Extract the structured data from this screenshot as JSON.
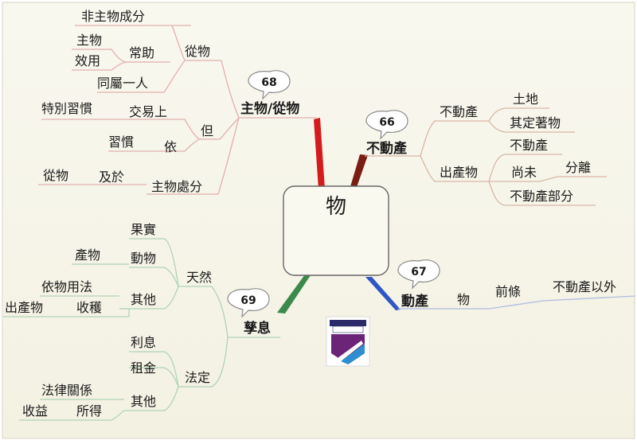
{
  "center": "物",
  "branch_68": {
    "number": "68",
    "title": "主物/從物",
    "cong_wu": "從物",
    "fei_zhu_wu": "非主物成分",
    "chang_zhu": "常助",
    "zhu_wu": "主物",
    "xiao_yong": "效用",
    "tong_shu": "同屬一人",
    "dan": "但",
    "jiao_yi_shang": "交易上",
    "te_bie": "特別習慣",
    "yi": "依",
    "xi_guan": "習慣",
    "zhu_wu_chu_fen": "主物處分",
    "ji_yu": "及於",
    "cong_wu_2": "從物"
  },
  "branch_66": {
    "number": "66",
    "title": "不動產",
    "bu_dong_chan": "不動產",
    "tu_di": "土地",
    "qi_ding_zhu_wu": "其定著物",
    "chu_chan_wu": "出產物",
    "bu_dong_chan_2": "不動產",
    "shang_wei": "尚未",
    "fen_li": "分離",
    "bu_dong_chan_bu_fen": "不動產部分"
  },
  "branch_67": {
    "number": "67",
    "title": "動產",
    "wu": "物",
    "qian_tiao": "前條",
    "bu_dong_chan_yi_wai": "不動產以外"
  },
  "branch_69": {
    "number": "69",
    "title": "孳息",
    "tian_ran": "天然",
    "guo_shi": "果實",
    "dong_wu": "動物",
    "chan_wu": "產物",
    "qi_ta": "其他",
    "yi_wu_yong_fa": "依物用法",
    "shou_huo": "收穫",
    "chu_chan_wu": "出產物",
    "fa_ding": "法定",
    "li_xi": "利息",
    "zu_jin": "租金",
    "qi_ta_2": "其他",
    "fa_lu_guan_xi": "法律關係",
    "suo_de": "所得",
    "shou_yi": "收益"
  },
  "colors": {
    "page_bg": "#faf8ee",
    "branch_68": "#cc1f1f",
    "branch_66": "#7a1d12",
    "branch_67": "#2f55c8",
    "branch_69": "#3a8a4c"
  }
}
